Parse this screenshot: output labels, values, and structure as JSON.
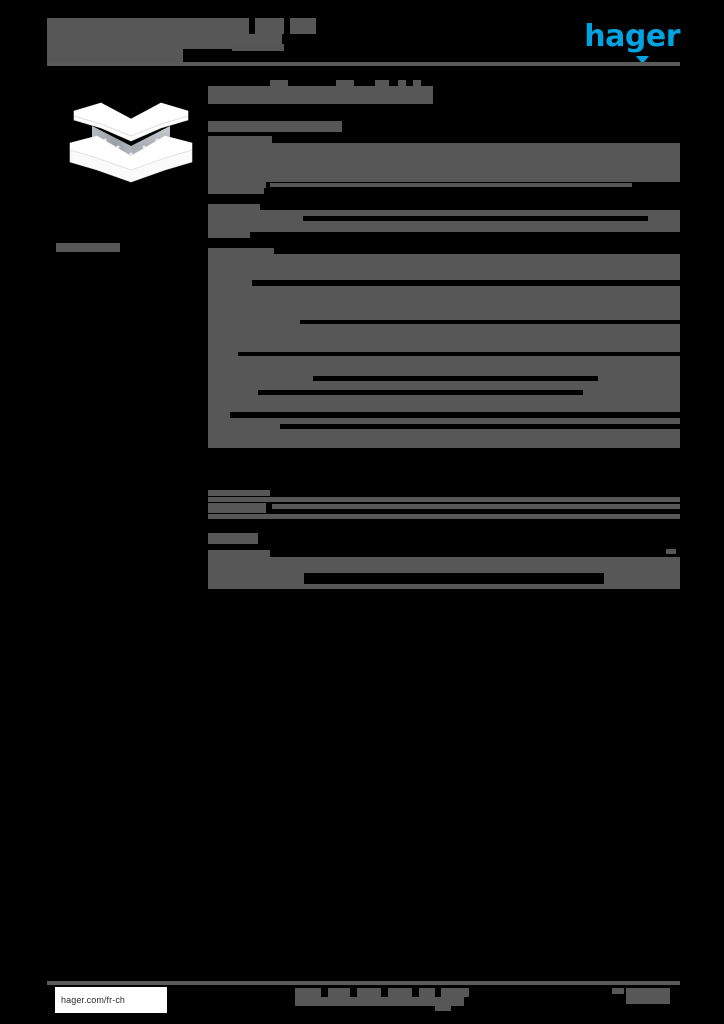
{
  "document": {
    "type": "product-datasheet",
    "background_color": "#000000",
    "redaction_color": "#575757",
    "brand_color": "#00a3e0"
  },
  "header": {
    "brand_name": "hager",
    "title_redacted": true,
    "title_lines": [
      "",
      "",
      ""
    ],
    "subtitle": ""
  },
  "sidebar": {
    "product_image_alt": "white external corner piece for cable trunking with galvanized metal body",
    "label": ""
  },
  "main": {
    "section_title": "",
    "section_subtitle": "",
    "groups": [
      {
        "name": "group-1",
        "rows": [
          {
            "label": "",
            "value": ""
          },
          {
            "label": "",
            "value": ""
          },
          {
            "label": "",
            "value": ""
          },
          {
            "label": "",
            "value": ""
          }
        ]
      },
      {
        "name": "group-2",
        "rows": [
          {
            "label": "",
            "value": ""
          },
          {
            "label": "",
            "value": ""
          }
        ]
      },
      {
        "name": "group-3",
        "rows": [
          {
            "label": "",
            "value": ""
          },
          {
            "label": "",
            "value": ""
          },
          {
            "label": "",
            "value": ""
          },
          {
            "label": "",
            "value": ""
          },
          {
            "label": "",
            "value": ""
          },
          {
            "label": "",
            "value": ""
          },
          {
            "label": "",
            "value": ""
          },
          {
            "label": "",
            "value": ""
          },
          {
            "label": "",
            "value": ""
          },
          {
            "label": "",
            "value": ""
          },
          {
            "label": "",
            "value": ""
          }
        ]
      },
      {
        "name": "group-4",
        "rows": [
          {
            "label": "",
            "value": ""
          },
          {
            "label": "",
            "value": ""
          }
        ]
      },
      {
        "name": "group-5",
        "rows": [
          {
            "label": "",
            "value": ""
          },
          {
            "label": "",
            "value": ""
          },
          {
            "label": "",
            "value": ""
          }
        ]
      }
    ]
  },
  "footer": {
    "url": "hager.com/fr-ch",
    "center_text": "",
    "page_number": ""
  }
}
